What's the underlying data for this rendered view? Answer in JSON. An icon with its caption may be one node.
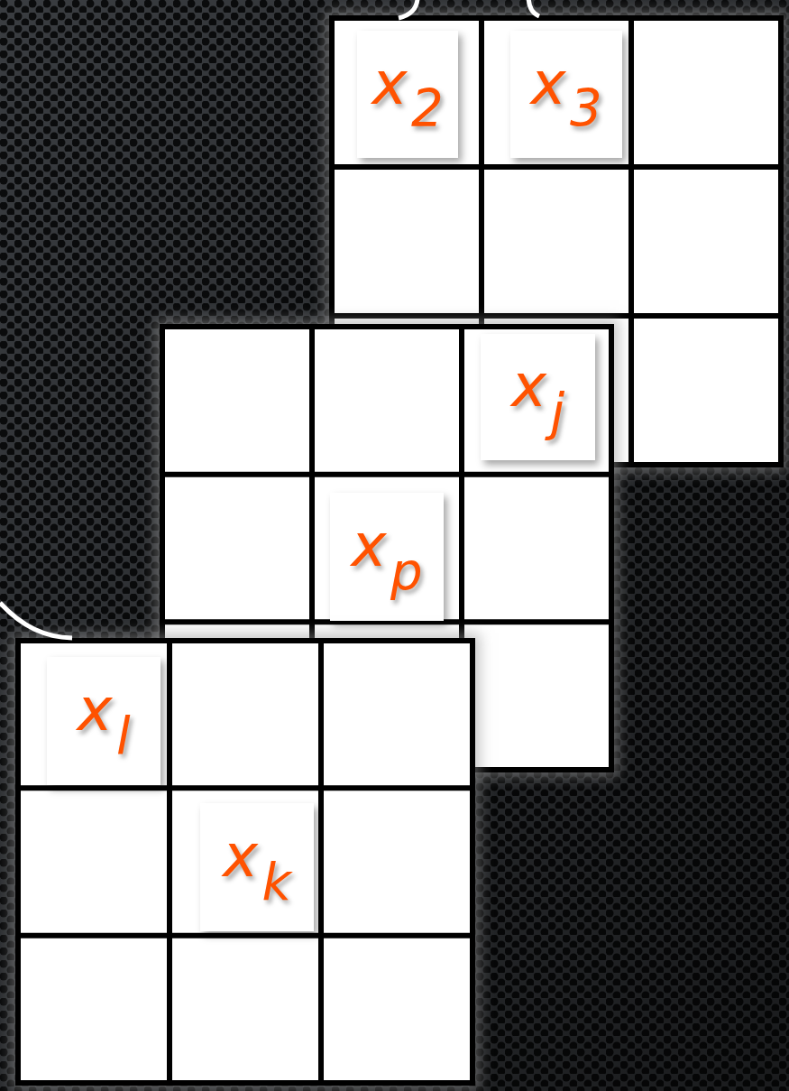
{
  "diagram": {
    "nodes": [
      {
        "text": [],
        "shape": "box"
      },
      {
        "text": [
          "x$_{2}$"
        ],
        "in": 0
      },
      {
        "text": [
          "x$_{3}$"
        ],
        "in": 0
      },
      {
        "text": [],
        "shape": "box"
      },
      {
        "text": [
          "x$_{j}$"
        ]
      },
      {
        "text": [
          "x$_{p}$"
        ],
        "in": 3
      },
      {
        "text": [],
        "shape": "box"
      },
      {
        "text": [
          "x$_{l}$"
        ],
        "in": 6
      },
      {
        "text": [
          "x$_{k}$"
        ],
        "in": 6
      }
    ]
  }
}
